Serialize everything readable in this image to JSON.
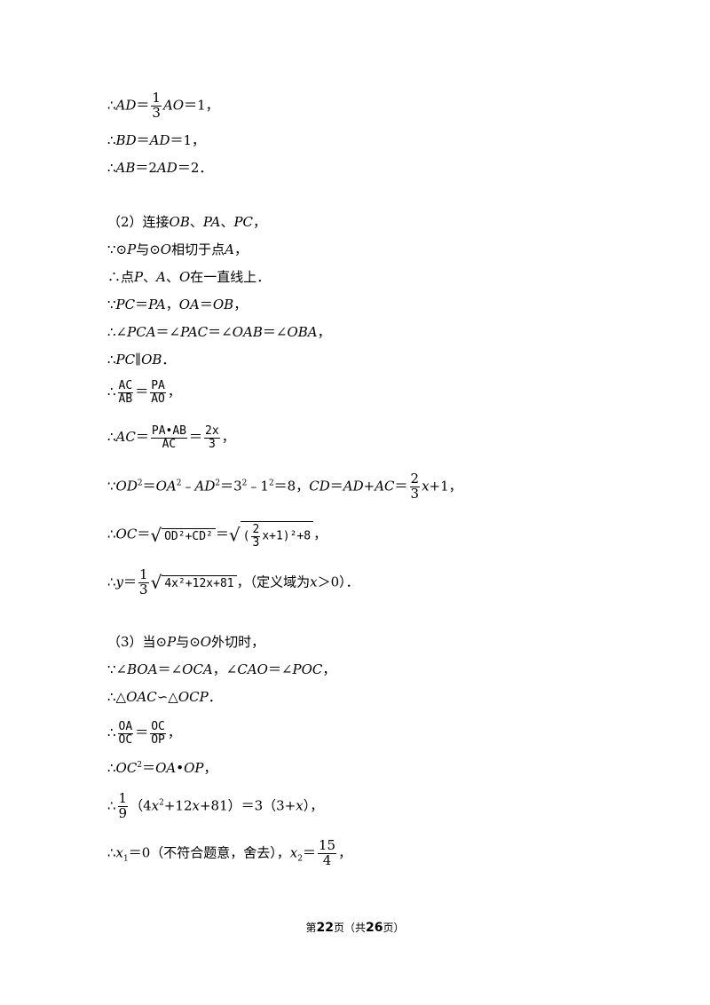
{
  "lines": {
    "l1": {
      "pre": "∴",
      "var1": "AD",
      "eq1": "＝",
      "frac_num": "1",
      "frac_den": "3",
      "var2": "AO",
      "rest": "＝1，"
    },
    "l2": {
      "pre": "∴",
      "expr": "BD",
      "eq1": "＝",
      "expr2": "AD",
      "rest": "＝1，"
    },
    "l3": {
      "pre": "∴",
      "expr": "AB",
      "eq1": "＝2",
      "expr2": "AD",
      "rest": "＝2．"
    },
    "l4": {
      "text": "（2）连接",
      "a": "OB",
      "s1": "、",
      "b": "PA",
      "s2": "、",
      "c": "PC",
      "end": "，"
    },
    "l5": {
      "pre": "∵⊙",
      "p": "P",
      "mid": "与⊙",
      "o": "O",
      "rest": "相切于点",
      "a": "A",
      "end": "，"
    },
    "l6": {
      "pre": "∴点",
      "p": "P",
      "s1": "、",
      "a": "A",
      "s2": "、",
      "o": "O",
      "rest": "在一直线上．"
    },
    "l7": {
      "pre": "∵",
      "e1": "PC",
      "eq1": "＝",
      "e2": "PA",
      "sep": "，",
      "e3": "OA",
      "eq2": "＝",
      "e4": "OB",
      "end": "，"
    },
    "l8": {
      "pre": "∴∠",
      "e1": "PCA",
      "eq1": "＝∠",
      "e2": "PAC",
      "eq2": "＝∠",
      "e3": "OAB",
      "eq3": "＝∠",
      "e4": "OBA",
      "end": "，"
    },
    "l9": {
      "pre": "∴",
      "e1": "PC",
      "par": "∥",
      "e2": "OB",
      "end": "．"
    },
    "l10": {
      "pre": "∴",
      "n1": "AC",
      "d1": "AB",
      "eq": "＝",
      "n2": "PA",
      "d2": "AO",
      "end": "，"
    },
    "l11": {
      "pre": "∴",
      "e1": "AC",
      "eq": "＝",
      "n1": "PA•AB",
      "d1": "AC",
      "eq2": "＝",
      "n2": "2x",
      "d2": "3",
      "end": "，"
    },
    "l12": {
      "pre": "∵",
      "e1": "OD",
      "sup1": "2",
      "eq": "＝",
      "e2": "OA",
      "sup2": "2",
      "minus": "﹣",
      "e3": "AD",
      "sup3": "2",
      "eq2": "＝3",
      "sup4": "2",
      "minus2": "﹣1",
      "sup5": "2",
      "eq3": "＝8，",
      "e4": "CD",
      "eq4": "＝",
      "e5": "AD",
      "plus": "+",
      "e6": "AC",
      "eq5": "＝",
      "n1": "2",
      "d1": "3",
      "x": "x",
      "end": "+1，"
    },
    "l13": {
      "pre": "∴",
      "e1": "OC",
      "eq": "＝",
      "rad1": "OD²+CD²",
      "eq2": "＝",
      "open": "(",
      "n1": "2",
      "d1": "3",
      "rest": "x+1)²+8",
      "end": "，"
    },
    "l14": {
      "pre": "∴",
      "y": "y",
      "eq": "＝",
      "n1": "1",
      "d1": "3",
      "rad": "4x²+12x+81",
      "end": "，（定义域为",
      "x": "x",
      "cond": "＞0）．"
    },
    "l15": {
      "pre": "（3）当⊙",
      "p": "P",
      "mid": "与⊙",
      "o": "O",
      "rest": "外切时，"
    },
    "l16": {
      "pre": "∵∠",
      "e1": "BOA",
      "eq1": "＝∠",
      "e2": "OCA",
      "sep": "，∠",
      "e3": "CAO",
      "eq2": "＝∠",
      "e4": "POC",
      "end": "，"
    },
    "l17": {
      "pre": "∴△",
      "e1": "OAC",
      "sim": "∽△",
      "e2": "OCP",
      "end": "．"
    },
    "l18": {
      "pre": "∴",
      "n1": "OA",
      "d1": "OC",
      "eq": "＝",
      "n2": "OC",
      "d2": "OP",
      "end": "，"
    },
    "l19": {
      "pre": "∴",
      "e1": "OC",
      "sup1": "2",
      "eq": "＝",
      "e2": "OA",
      "dot": "•",
      "e3": "OP",
      "end": "，"
    },
    "l20": {
      "pre": "∴",
      "n1": "1",
      "d1": "9",
      "open": "（4",
      "x1": "x",
      "sup1": "2",
      "mid": "+12",
      "x2": "x",
      "rest": "+81）＝3（3+",
      "x3": "x",
      "end": "），"
    },
    "l21": {
      "pre": "∴",
      "x1": "x",
      "sub1": "1",
      "eq": "＝0（不符合题意，舍去），",
      "x2": "x",
      "sub2": "2",
      "eq2": "＝",
      "n1": "15",
      "d1": "4",
      "end": "，"
    }
  },
  "footer": {
    "pre": "第",
    "page": "22",
    "mid": "页（共",
    "total": "26",
    "post": "页）"
  }
}
